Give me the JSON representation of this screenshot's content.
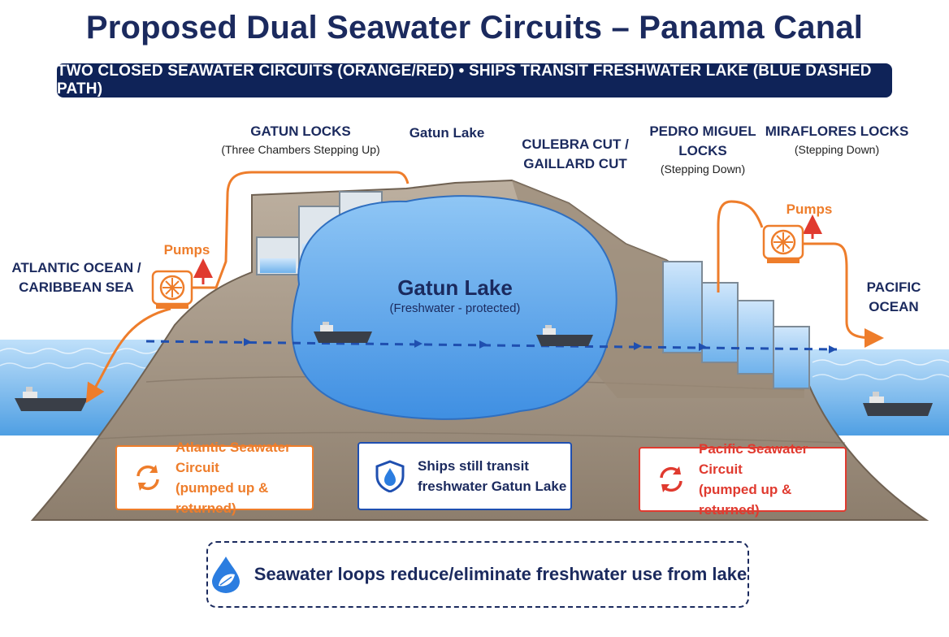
{
  "title": "Proposed Dual Seawater Circuits – Panama Canal",
  "banner": "TWO CLOSED SEAWATER CIRCUITS (ORANGE/RED) • SHIPS TRANSIT FRESHWATER LAKE (BLUE DASHED PATH)",
  "labels": {
    "gatun_locks": {
      "name": "GATUN LOCKS",
      "note": "(Three Chambers Stepping Up)"
    },
    "gatun_lake_top": "Gatun Lake",
    "culebra_cut": {
      "line1": "CULEBRA CUT /",
      "line2": "GAILLARD CUT"
    },
    "pedro_miguel": {
      "line1": "PEDRO MIGUEL",
      "line2": "LOCKS",
      "note": "(Stepping Down)"
    },
    "miraflores": {
      "name": "MIRAFLORES LOCKS",
      "note": "(Stepping Down)"
    },
    "atlantic": {
      "line1": "ATLANTIC OCEAN /",
      "line2": "CARIBBEAN SEA"
    },
    "pacific": {
      "line1": "PACIFIC",
      "line2": "OCEAN"
    },
    "lake_center": {
      "name": "Gatun Lake",
      "note": "(Freshwater - protected)"
    },
    "pumps_left": "Pumps",
    "pumps_right": "Pumps"
  },
  "info_boxes": {
    "atlantic": {
      "line1": "Atlantic Seawater Circuit",
      "line2": "(pumped up & returned)"
    },
    "ships": {
      "line1": "Ships still transit",
      "line2": "freshwater Gatun Lake"
    },
    "pacific": {
      "line1": "Pacific Seawater Circuit",
      "line2": "(pumped up & returned)"
    }
  },
  "footer": "Seawater loops reduce/eliminate freshwater use from lake",
  "colors": {
    "navy": "#1b2a5e",
    "orange": "#ee7d2b",
    "red": "#e03a2f",
    "blue": "#2b5bb5",
    "lake": "#4a9be8",
    "ocean": "#5aa8e6",
    "terrain": "#a89885"
  },
  "icons": {
    "pump": "pump-icon",
    "cycle": "cycle-arrows-icon",
    "shield_drop": "shield-water-drop-icon",
    "leaf_drop": "water-drop-leaf-icon",
    "ship": "cargo-ship-icon"
  }
}
